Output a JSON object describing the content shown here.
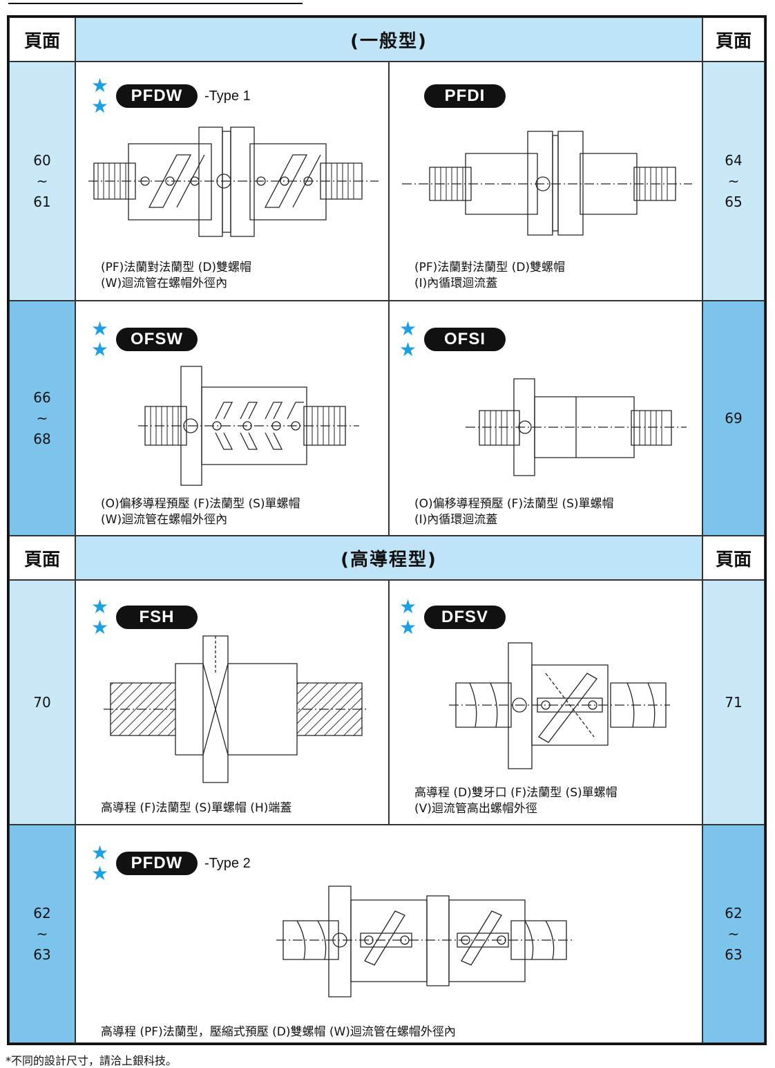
{
  "header1": {
    "left": "頁面",
    "title": "(一般型)",
    "right": "頁面"
  },
  "header2": {
    "left": "頁面",
    "title": "(高導程型)",
    "right": "頁面"
  },
  "rows": [
    {
      "left_page": [
        "60",
        "~",
        "61"
      ],
      "right_page": [
        "64",
        "~",
        "65"
      ],
      "items": [
        {
          "badge": "PFDW",
          "suffix": "-Type 1",
          "desc": [
            "(PF)法蘭對法蘭型 (D)雙螺帽",
            "(W)迴流管在螺帽外徑內"
          ]
        },
        {
          "badge": "PFDI",
          "suffix": "",
          "desc": [
            "(PF)法蘭對法蘭型 (D)雙螺帽",
            "(I)內循環迴流蓋"
          ]
        }
      ]
    },
    {
      "left_page": [
        "66",
        "~",
        "68"
      ],
      "right_page": [
        "69"
      ],
      "items": [
        {
          "badge": "OFSW",
          "suffix": "",
          "desc": [
            "(O)偏移導程預壓 (F)法蘭型 (S)單螺帽",
            "(W)迴流管在螺帽外徑內"
          ]
        },
        {
          "badge": "OFSI",
          "suffix": "",
          "desc": [
            "(O)偏移導程預壓 (F)法蘭型 (S)單螺帽",
            "(I)內循環迴流蓋"
          ]
        }
      ]
    },
    {
      "left_page": [
        "70"
      ],
      "right_page": [
        "71"
      ],
      "items": [
        {
          "badge": "FSH",
          "suffix": "",
          "desc": [
            "高導程 (F)法蘭型 (S)單螺帽 (H)端蓋"
          ]
        },
        {
          "badge": "DFSV",
          "suffix": "",
          "desc": [
            "高導程 (D)雙牙口 (F)法蘭型 (S)單螺帽",
            "(V)迴流管高出螺帽外徑"
          ]
        }
      ]
    },
    {
      "left_page": [
        "62",
        "~",
        "63"
      ],
      "right_page": [
        "62",
        "~",
        "63"
      ],
      "items": [
        {
          "badge": "PFDW",
          "suffix": "-Type 2",
          "desc": [
            "高導程 (PF)法蘭型，壓縮式預壓 (D)雙螺帽 (W)迴流管在螺帽外徑內"
          ]
        }
      ]
    }
  ],
  "footer": "*不同的設計尺寸，請洽上銀科技。",
  "colors": {
    "header_bg": "#bfe3f7",
    "side_light": "#c9e8f8",
    "side_dark": "#7cc4ec",
    "star": "#1ea0e0"
  }
}
